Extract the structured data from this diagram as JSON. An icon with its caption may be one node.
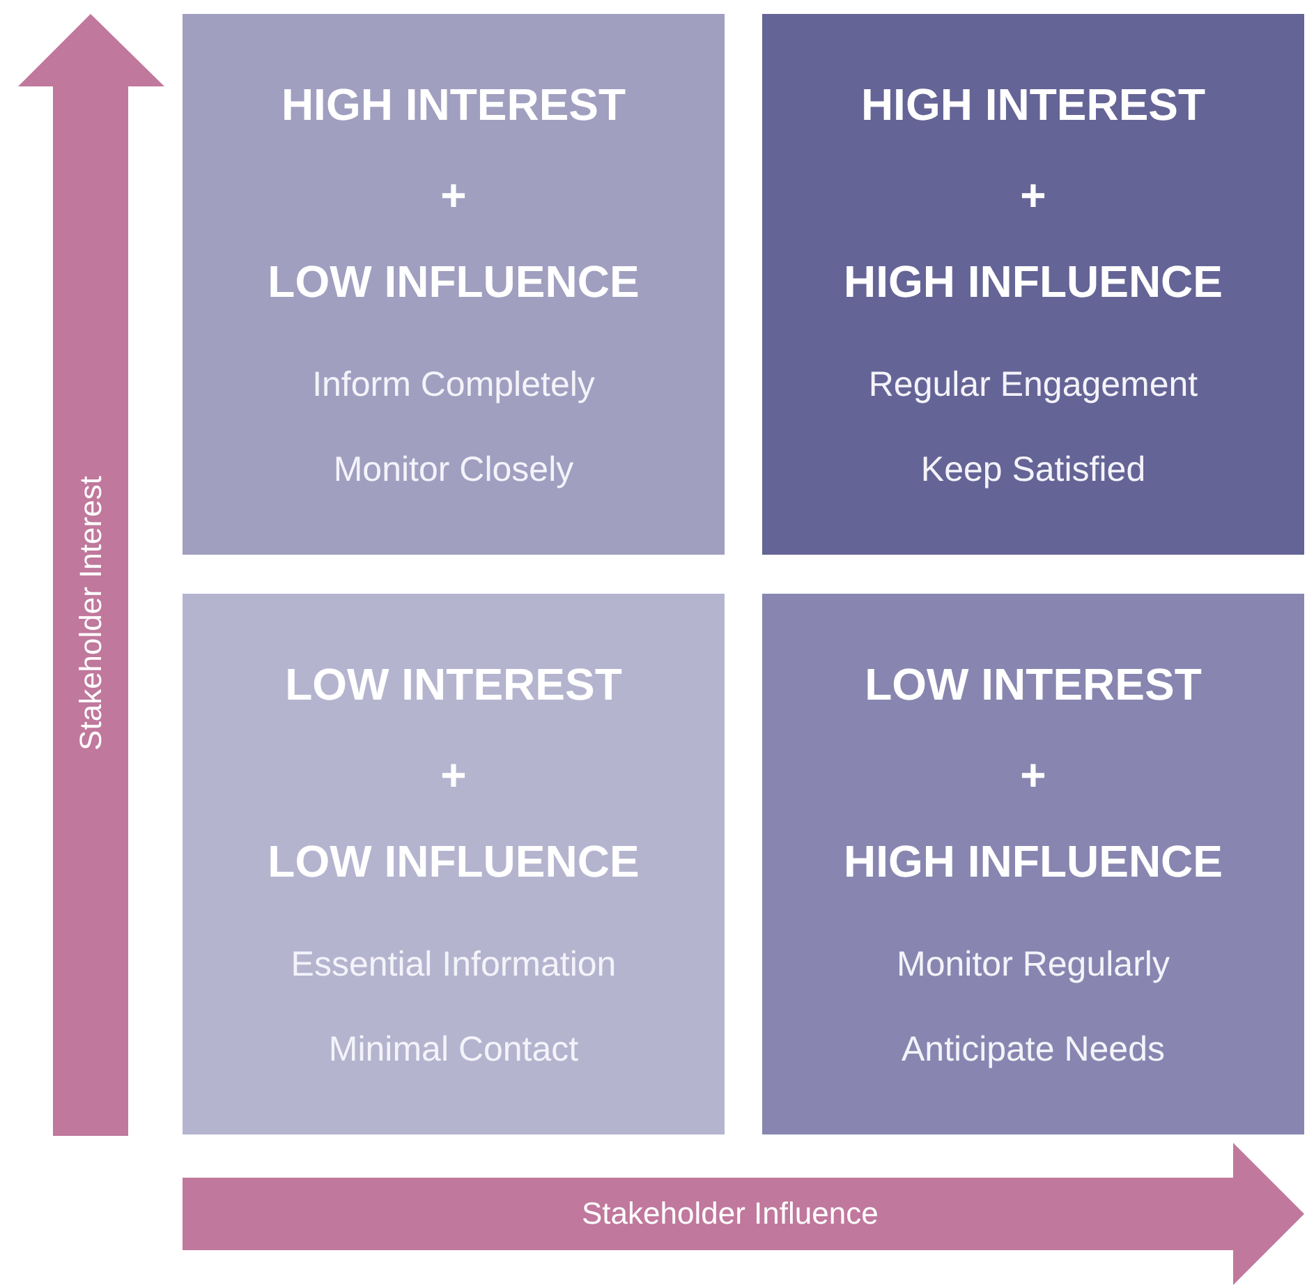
{
  "diagram": {
    "nodes": [
      {
        "text": [
          "HIGH INTEREST",
          "+",
          "LOW INFLUENCE",
          "Inform Completely",
          "Monitor Closely"
        ]
      },
      {
        "text": [
          "HIGH INTEREST",
          "+",
          "HIGH INFLUENCE",
          "Regular Engagement",
          "Keep Satisfied"
        ]
      },
      {
        "text": [
          "LOW INTEREST",
          "+",
          "LOW INFLUENCE",
          "Essential Information",
          "Minimal Contact"
        ]
      },
      {
        "text": [
          "LOW INTEREST",
          "+",
          "HIGH INFLUENCE",
          "Monitor Regularly",
          "Anticipate Needs"
        ]
      }
    ],
    "labels": [
      "Stakeholder Interest",
      "Stakeholder Influence"
    ]
  }
}
